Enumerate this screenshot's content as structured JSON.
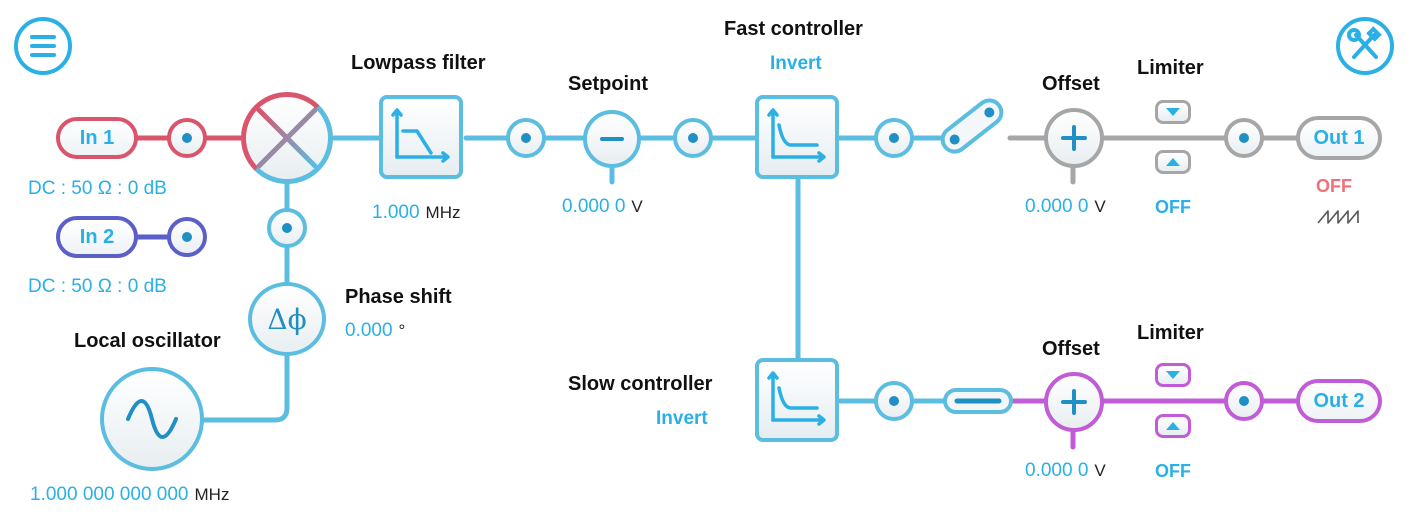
{
  "inputs": {
    "in1": {
      "label": "In 1",
      "coupling": "DC : 50 Ω : 0 dB"
    },
    "in2": {
      "label": "In 2",
      "coupling": "DC : 50 Ω : 0 dB"
    }
  },
  "local_oscillator": {
    "title": "Local oscillator",
    "value": "1.000 000 000 000",
    "unit": "MHz"
  },
  "phase_shift": {
    "title": "Phase shift",
    "value": "0.000",
    "unit": "°",
    "symbol": "Δϕ"
  },
  "lowpass": {
    "title": "Lowpass filter",
    "value": "1.000",
    "unit": "MHz"
  },
  "setpoint": {
    "title": "Setpoint",
    "value": "0.000 0",
    "unit": "V"
  },
  "fast_controller": {
    "title": "Fast controller",
    "invert_label": "Invert"
  },
  "slow_controller": {
    "title": "Slow controller",
    "invert_label": "Invert"
  },
  "out1_chain": {
    "offset_title": "Offset",
    "offset_value": "0.000 0",
    "offset_unit": "V",
    "limiter_title": "Limiter",
    "limiter_state": "OFF",
    "output_label": "Out 1",
    "output_state": "OFF"
  },
  "out2_chain": {
    "offset_title": "Offset",
    "offset_value": "0.000 0",
    "offset_unit": "V",
    "limiter_title": "Limiter",
    "limiter_state": "OFF",
    "output_label": "Out 2"
  },
  "colors": {
    "blue": "#5bbde0",
    "accent": "#2bb0e6",
    "red": "#d9556b",
    "purple": "#5b5fc7",
    "magenta": "#c15bd6",
    "gray": "#a6a6a6",
    "off_red": "#f0707a"
  },
  "icons": {
    "menu": "hamburger-menu-icon",
    "settings": "wrench-screwdriver-icon",
    "sweep": "sawtooth-sweep-icon"
  }
}
